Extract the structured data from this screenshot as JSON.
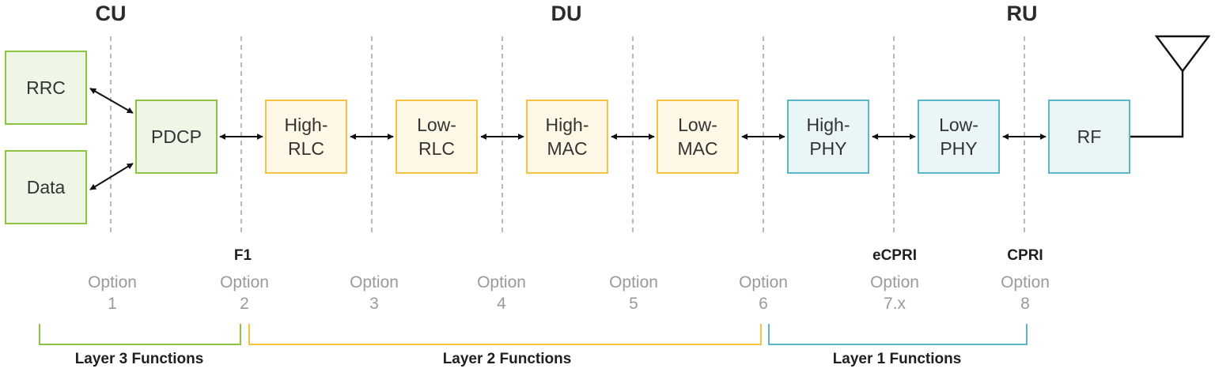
{
  "headers": {
    "cu": "CU",
    "du": "DU",
    "ru": "RU"
  },
  "blocks": {
    "rrc": "RRC",
    "data": "Data",
    "pdcp": "PDCP",
    "high_rlc": "High-\nRLC",
    "low_rlc": "Low-\nRLC",
    "high_mac": "High-\nMAC",
    "low_mac": "Low-\nMAC",
    "high_phy": "High-\nPHY",
    "low_phy": "Low-\nPHY",
    "rf": "RF"
  },
  "interfaces": {
    "f1": "F1",
    "ecpri": "eCPRI",
    "cpri": "CPRI"
  },
  "options": [
    {
      "label": "Option",
      "number": "1"
    },
    {
      "label": "Option",
      "number": "2"
    },
    {
      "label": "Option",
      "number": "3"
    },
    {
      "label": "Option",
      "number": "4"
    },
    {
      "label": "Option",
      "number": "5"
    },
    {
      "label": "Option",
      "number": "6"
    },
    {
      "label": "Option",
      "number": "7.x"
    },
    {
      "label": "Option",
      "number": "8"
    }
  ],
  "layers": {
    "layer3": "Layer 3 Functions",
    "layer2": "Layer 2 Functions",
    "layer1": "Layer 1 Functions"
  },
  "colors": {
    "layer3_border": "#8dc340",
    "layer3_fill": "#eef6e6",
    "layer2_border": "#f5c342",
    "layer2_fill": "#fff8e6",
    "layer1_border": "#5ab6c9",
    "layer1_fill": "#eaf5f8",
    "divider": "#a8a8a8",
    "option_text": "#9a9a9a"
  }
}
